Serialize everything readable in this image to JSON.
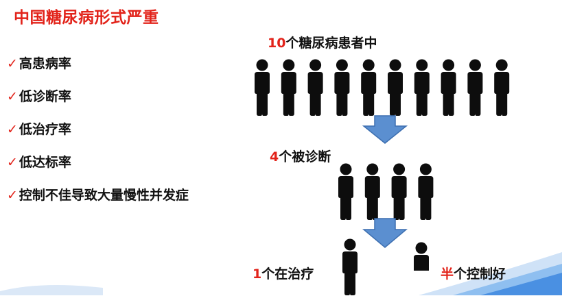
{
  "title": "中国糖尿病形式严重",
  "bullets": [
    {
      "mark": "✓",
      "text": "高患病率"
    },
    {
      "mark": "✓",
      "text": "低诊断率"
    },
    {
      "mark": "✓",
      "text": "低治疗率"
    },
    {
      "mark": "✓",
      "text": "低达标率"
    },
    {
      "mark": "✓",
      "text": "控制不佳导致大量慢性并发症"
    }
  ],
  "stages": {
    "patients": {
      "number": "10",
      "text": "个糖尿病患者中",
      "count": 10
    },
    "diagnosed": {
      "number": "4",
      "text": "个被诊断",
      "count": 4
    },
    "treated": {
      "number": "1",
      "text": "个在治疗",
      "count": 1
    },
    "controlled": {
      "number": "半",
      "text": "个控制好",
      "fraction": 0.5
    }
  },
  "colors": {
    "accent": "#e2231a",
    "figure": "#0d0d0d",
    "arrow": "#5b8fd0",
    "deco_wave": "#4a90e2"
  },
  "icons": {
    "figure": "person-icon",
    "arrow": "down-arrow-icon",
    "check": "checkmark-icon"
  }
}
